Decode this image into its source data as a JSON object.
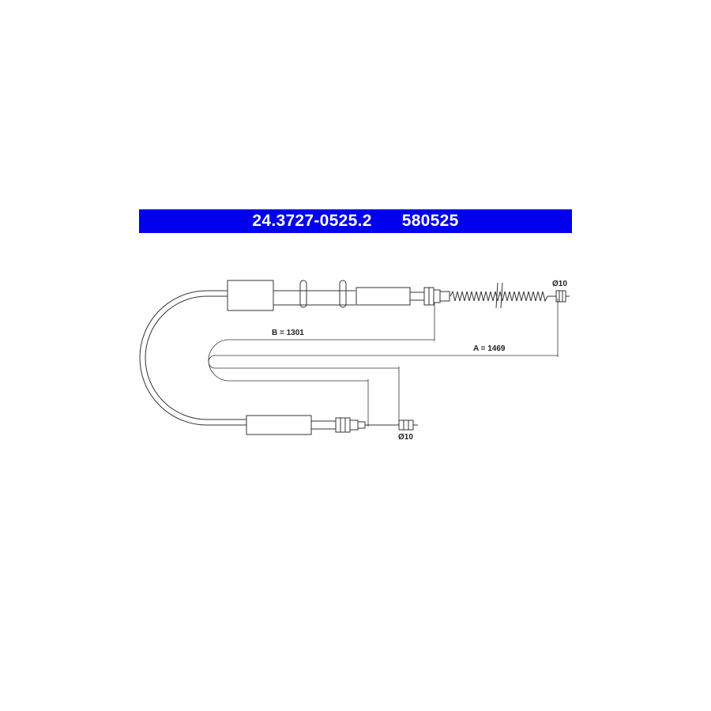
{
  "header": {
    "part_number": "24.3727-0525.2",
    "ref_number": "580525",
    "background_color": "#0000ee",
    "text_color": "#ffffff"
  },
  "dimensions": {
    "b_label": "B = 1301",
    "a_label": "A = 1469",
    "diameter_top": "Ø10",
    "diameter_bottom": "Ø10"
  },
  "line_color": "#333333"
}
